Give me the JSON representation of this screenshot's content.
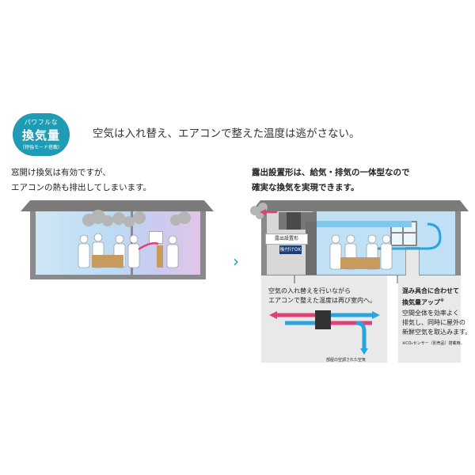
{
  "badge": {
    "line1": "パワフルな",
    "line2": "換気量",
    "line3": "（特強モード搭載）"
  },
  "headline": "空気は入れ替え、エアコンで整えた温度は逃がさない。",
  "left_caption": {
    "line1": "窓開け換気は有効ですが、",
    "line2": "エアコンの熱も排出してしまいます。"
  },
  "right_caption": {
    "line1": "露出設置形は、給気・排気の一体型なので",
    "line2": "確実な換気を実現できます。"
  },
  "labels": {
    "exposed_install": "露出設置形",
    "retrofit_ok": "後付けOK"
  },
  "panel_left": {
    "line1": "空気の入れ替えを行いながら",
    "line2": "エアコンで整えた温度は再び室内へ。",
    "bottom_label": "部屋の空調された空気"
  },
  "panel_right": {
    "heading1": "混み具合に合わせて",
    "heading2": "換気量アップ",
    "heading2_mark": "※",
    "body1": "空間全体を効率よく",
    "body2": "排気し、同時に屋外の",
    "body3": "新鮮空気を取込みます。",
    "note": "※CO₂センサー（別売品）搭載時。"
  },
  "icons": {
    "arrow": "chevron-right-icon",
    "person": "person-icon",
    "smoke": "smoke-cloud-icon"
  },
  "colors": {
    "brand_teal": "#1f9bb3",
    "exhaust_pink": "#e0407a",
    "supply_blue": "#2aa4df",
    "navy": "#1d3e76"
  }
}
